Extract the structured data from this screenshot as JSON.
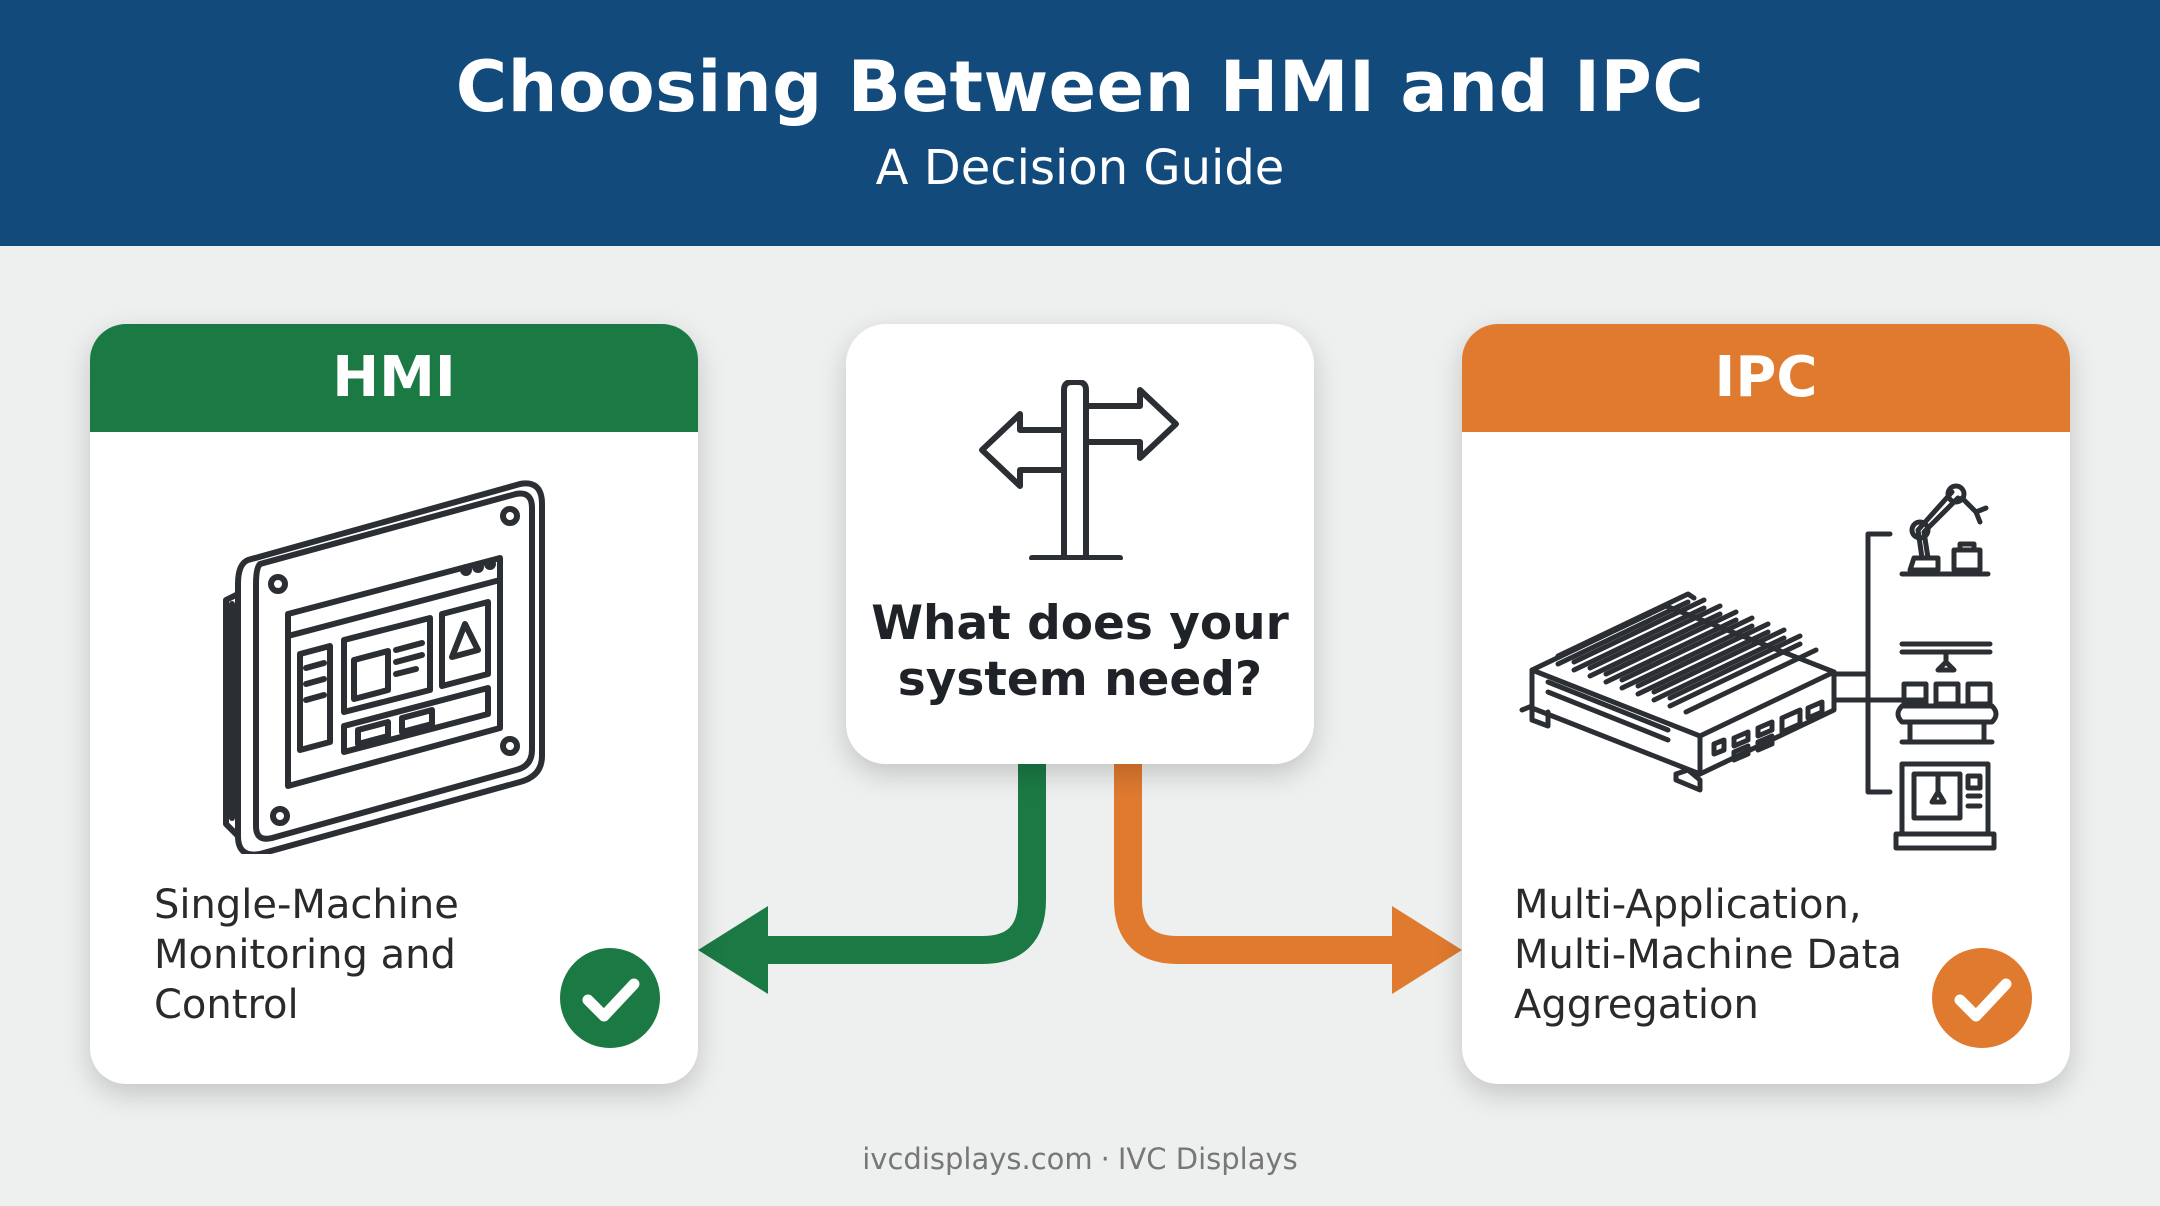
{
  "header": {
    "title": "Choosing Between HMI and IPC",
    "subtitle": "A Decision Guide"
  },
  "center": {
    "question": "What does your\nsystem need?",
    "icon": "signpost-icon"
  },
  "hmi": {
    "label": "HMI",
    "description": "Single-Machine\nMonitoring and\nControl",
    "icon": "hmi-panel-icon",
    "color": "#1b7a44"
  },
  "ipc": {
    "label": "IPC",
    "description": "Multi-Application,\nMulti-Machine Data\nAggregation",
    "icon": "industrial-pc-icon",
    "color": "#e07a2f"
  },
  "footer": {
    "site": "ivcdisplays.com",
    "brand": "IVC Displays"
  },
  "colors": {
    "banner": "#134a7c",
    "background": "#eef0ef"
  }
}
